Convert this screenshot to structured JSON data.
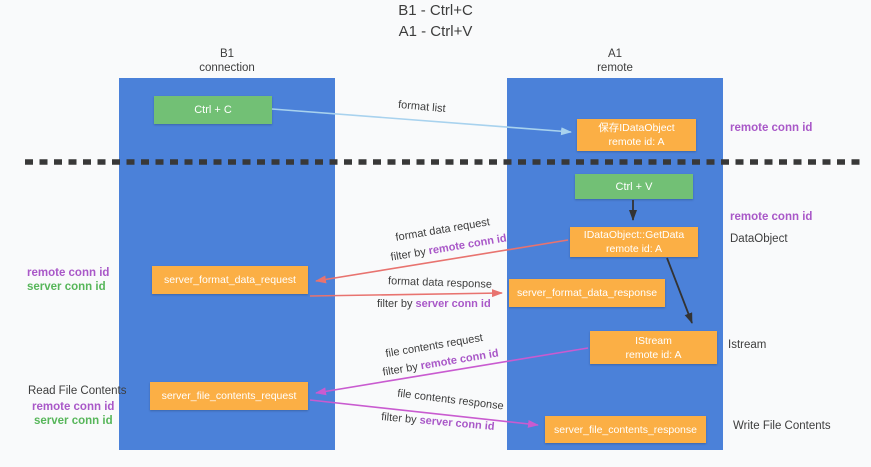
{
  "title": {
    "line1": "B1 - Ctrl+C",
    "line2": "A1 - Ctrl+V"
  },
  "columns": {
    "left": {
      "name": "B1",
      "subtitle": "connection"
    },
    "right": {
      "name": "A1",
      "subtitle": "remote"
    }
  },
  "nodes": {
    "ctrl_c": {
      "label": "Ctrl + C"
    },
    "ctrl_v": {
      "label": "Ctrl + V"
    },
    "save_dataobject": {
      "line1": "保存IDataObject",
      "line2": "remote id: A"
    },
    "getdata": {
      "line1": "IDataObject::GetData",
      "line2": "remote id: A"
    },
    "istream": {
      "line1": "IStream",
      "line2": "remote id: A"
    },
    "format_request": {
      "label": "server_format_data_request"
    },
    "format_response": {
      "label": "server_format_data_response"
    },
    "file_request": {
      "label": "server_file_contents_request"
    },
    "file_response": {
      "label": "server_file_contents_response"
    }
  },
  "flow_labels": {
    "format_list": "format list",
    "format_data_request": "format data request",
    "format_request_filter": {
      "prefix": "filter by ",
      "key": "remote conn id"
    },
    "format_data_response": "format data response",
    "format_response_filter": {
      "prefix": "filter by ",
      "key": "server conn id"
    },
    "file_contents_request": "file contents request",
    "file_request_filter": {
      "prefix": "filter by ",
      "key": "remote conn id"
    },
    "file_contents_response": "file contents response",
    "file_response_filter": {
      "prefix": "filter by ",
      "key": "server conn id"
    }
  },
  "side_labels": {
    "left": {
      "remote_conn_id_1": "remote conn id",
      "server_conn_id_1": "server conn id",
      "read_file_contents": "Read File Contents",
      "remote_conn_id_2": "remote conn id",
      "server_conn_id_2": "server conn id"
    },
    "right": {
      "remote_conn_id_1": "remote conn id",
      "remote_conn_id_2": "remote conn id",
      "dataobject": "DataObject",
      "istream": "Istream",
      "write_file_contents": "Write File Contents"
    }
  },
  "colors": {
    "bg": "#f9fafb",
    "col-blue": "#4b81d9",
    "box-green": "#72c075",
    "box-orange": "#fbaf45",
    "arrow-blue": "#a8d2ee",
    "arrow-red": "#e8736f",
    "arrow-mag": "#c95bd0",
    "text-purple": "#a958c8",
    "text-green": "#57b65a",
    "text-dark": "#3d3d3d"
  }
}
